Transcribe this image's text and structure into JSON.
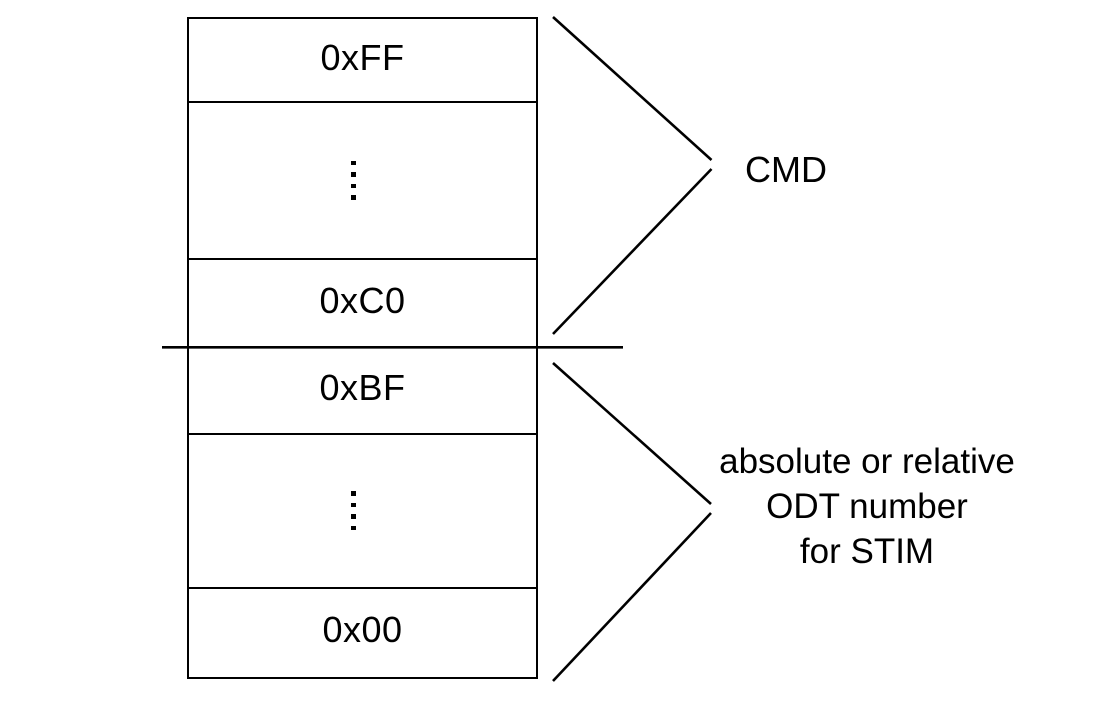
{
  "diagram": {
    "title_hint": "PID range map for CMD vs ODT numbers",
    "memory_map": {
      "rows": [
        {
          "type": "value",
          "label": "0xFF"
        },
        {
          "type": "ellipsis",
          "label": "⋮"
        },
        {
          "type": "value",
          "label": "0xC0"
        },
        {
          "type": "value",
          "label": "0xBF"
        },
        {
          "type": "ellipsis",
          "label": "⋮"
        },
        {
          "type": "value",
          "label": "0x00"
        }
      ]
    },
    "annotations": {
      "cmd": {
        "label": "CMD"
      },
      "stim": {
        "lines": [
          "absolute or relative",
          "ODT number",
          "for STIM"
        ]
      }
    },
    "colors": {
      "line": "#000000",
      "text": "#000000",
      "background": "#ffffff"
    }
  }
}
